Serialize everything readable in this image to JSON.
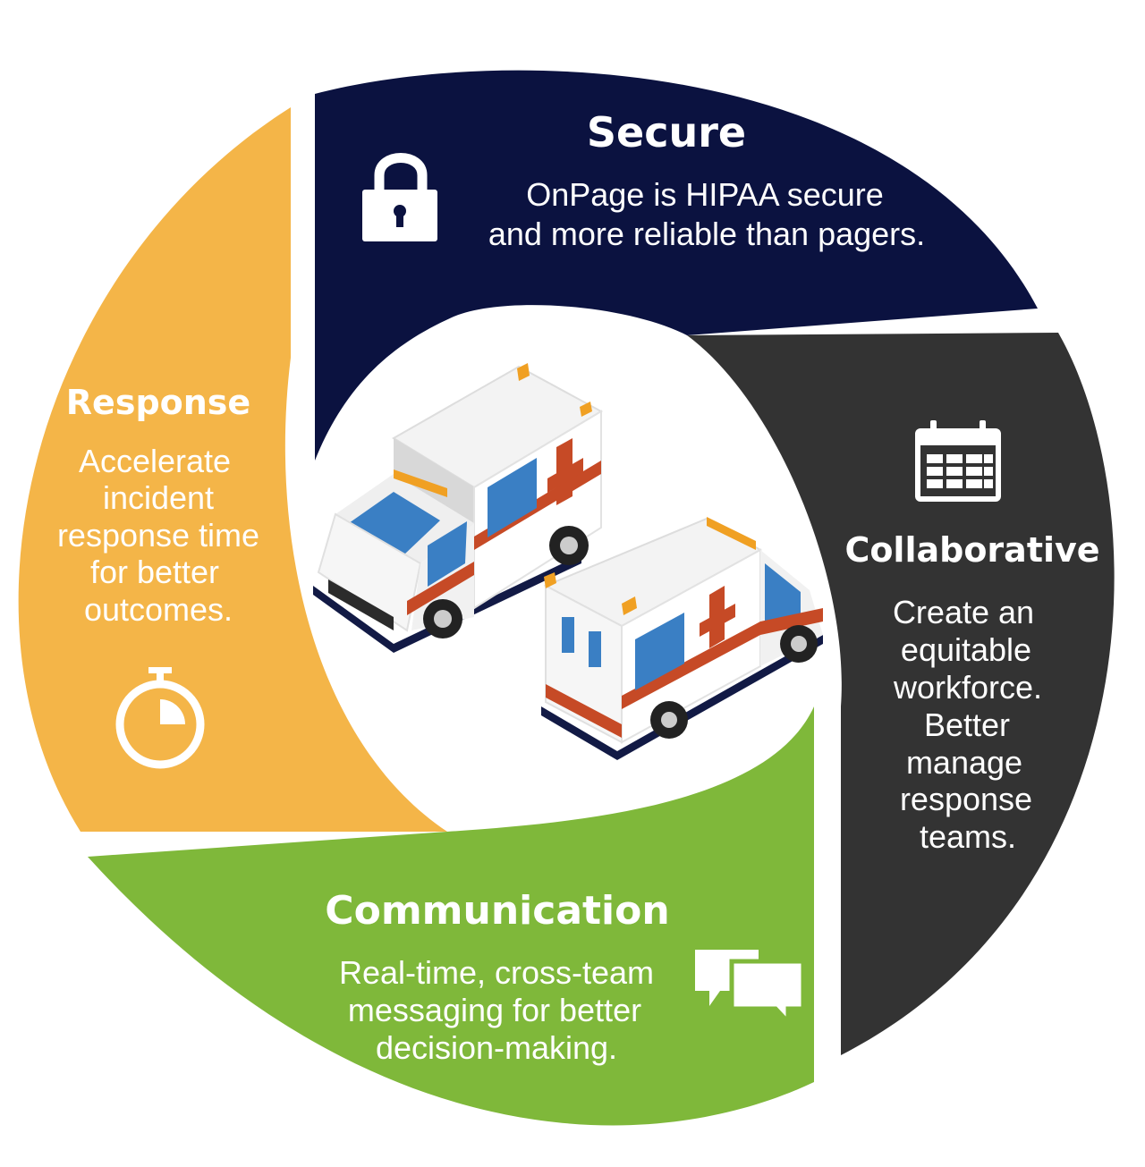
{
  "segments": {
    "secure": {
      "title": "Secure",
      "lines": [
        "OnPage is HIPAA secure",
        "and more reliable than pagers."
      ],
      "color": "#0b1240",
      "icon": "lock-icon"
    },
    "collaborative": {
      "title": "Collaborative",
      "lines": [
        "Create an",
        "equitable",
        "workforce.",
        "Better",
        "manage",
        "response",
        "teams."
      ],
      "color": "#333333",
      "icon": "calendar-icon"
    },
    "communication": {
      "title": "Communication",
      "lines": [
        "Real-time, cross-team",
        "messaging for better",
        "decision-making."
      ],
      "color": "#7fb83a",
      "icon": "chat-bubbles-icon"
    },
    "response": {
      "title": "Response",
      "lines": [
        "Accelerate",
        "incident",
        "response time",
        "for better",
        "outcomes."
      ],
      "color": "#f4b548",
      "icon": "stopwatch-icon"
    }
  },
  "center": {
    "illustration": "ambulances-illustration",
    "accent": "#c64a26"
  }
}
